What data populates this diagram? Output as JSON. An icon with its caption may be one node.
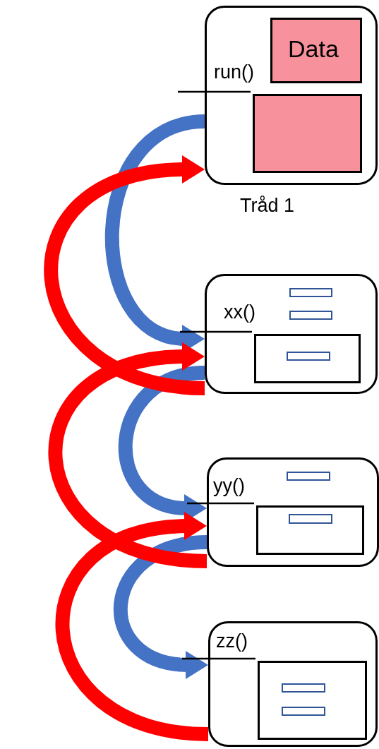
{
  "diagram": {
    "nodes": [
      {
        "text": [
          "run()"
        ],
        "beside": [
          "Tråd 1"
        ]
      },
      {
        "text": [
          "Data"
        ],
        "in": 0
      },
      {
        "text": [],
        "shape": "box",
        "in": 0
      },
      {
        "text": [
          "xx()"
        ]
      },
      {
        "text": [],
        "shape": "box",
        "in": 3
      },
      {
        "text": [],
        "shape": "box",
        "in": 3
      },
      {
        "text": [],
        "shape": "box",
        "in": 3
      },
      {
        "text": [],
        "shape": "box",
        "in": 6
      },
      {
        "text": [
          "yy()"
        ]
      },
      {
        "text": [],
        "shape": "box",
        "in": 8
      },
      {
        "text": [],
        "shape": "box",
        "in": 8
      },
      {
        "text": [],
        "shape": "box",
        "in": 10
      },
      {
        "text": [
          "zz()"
        ]
      },
      {
        "text": [],
        "shape": "box",
        "in": 12
      },
      {
        "text": [],
        "shape": "box",
        "in": 13
      },
      {
        "text": [],
        "shape": "box",
        "in": 13
      }
    ],
    "edges": [
      {
        "from": 0,
        "to": 3,
        "arrow": "to",
        "color": "#4472c4"
      },
      {
        "from": 3,
        "to": 8,
        "arrow": "to",
        "color": "#4472c4"
      },
      {
        "from": 8,
        "to": 12,
        "arrow": "to",
        "color": "#4472c4"
      },
      {
        "from": 3,
        "to": 0,
        "arrow": "to",
        "color": "#ff0000"
      },
      {
        "from": 8,
        "to": 3,
        "arrow": "to",
        "color": "#ff0000"
      },
      {
        "from": 12,
        "to": 8,
        "arrow": "to",
        "color": "#ff0000"
      },
      {
        "from": null,
        "to": 2,
        "arrow": "none",
        "color": "#000000"
      },
      {
        "from": null,
        "to": 6,
        "arrow": "none",
        "color": "#000000"
      },
      {
        "from": null,
        "to": 10,
        "arrow": "none",
        "color": "#000000"
      },
      {
        "from": null,
        "to": 13,
        "arrow": "none",
        "color": "#000000"
      }
    ]
  }
}
